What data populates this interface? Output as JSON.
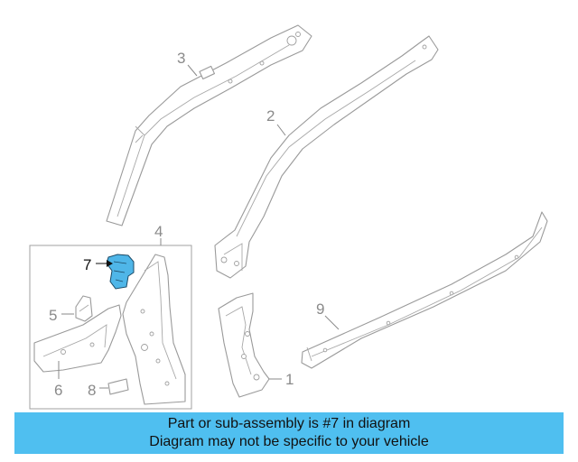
{
  "diagram": {
    "callouts": [
      {
        "id": "1",
        "label": "1"
      },
      {
        "id": "2",
        "label": "2"
      },
      {
        "id": "3",
        "label": "3"
      },
      {
        "id": "4",
        "label": "4"
      },
      {
        "id": "5",
        "label": "5"
      },
      {
        "id": "6",
        "label": "6"
      },
      {
        "id": "7",
        "label": "7",
        "highlighted": true
      },
      {
        "id": "8",
        "label": "8"
      },
      {
        "id": "9",
        "label": "9"
      }
    ],
    "highlight_color": "#4fb6e8",
    "line_color": "#9a9a9a"
  },
  "banner": {
    "line1": "Part or sub-assembly is #7 in diagram",
    "line2": "Diagram may not be specific to your vehicle",
    "background": "#4fbff0"
  }
}
